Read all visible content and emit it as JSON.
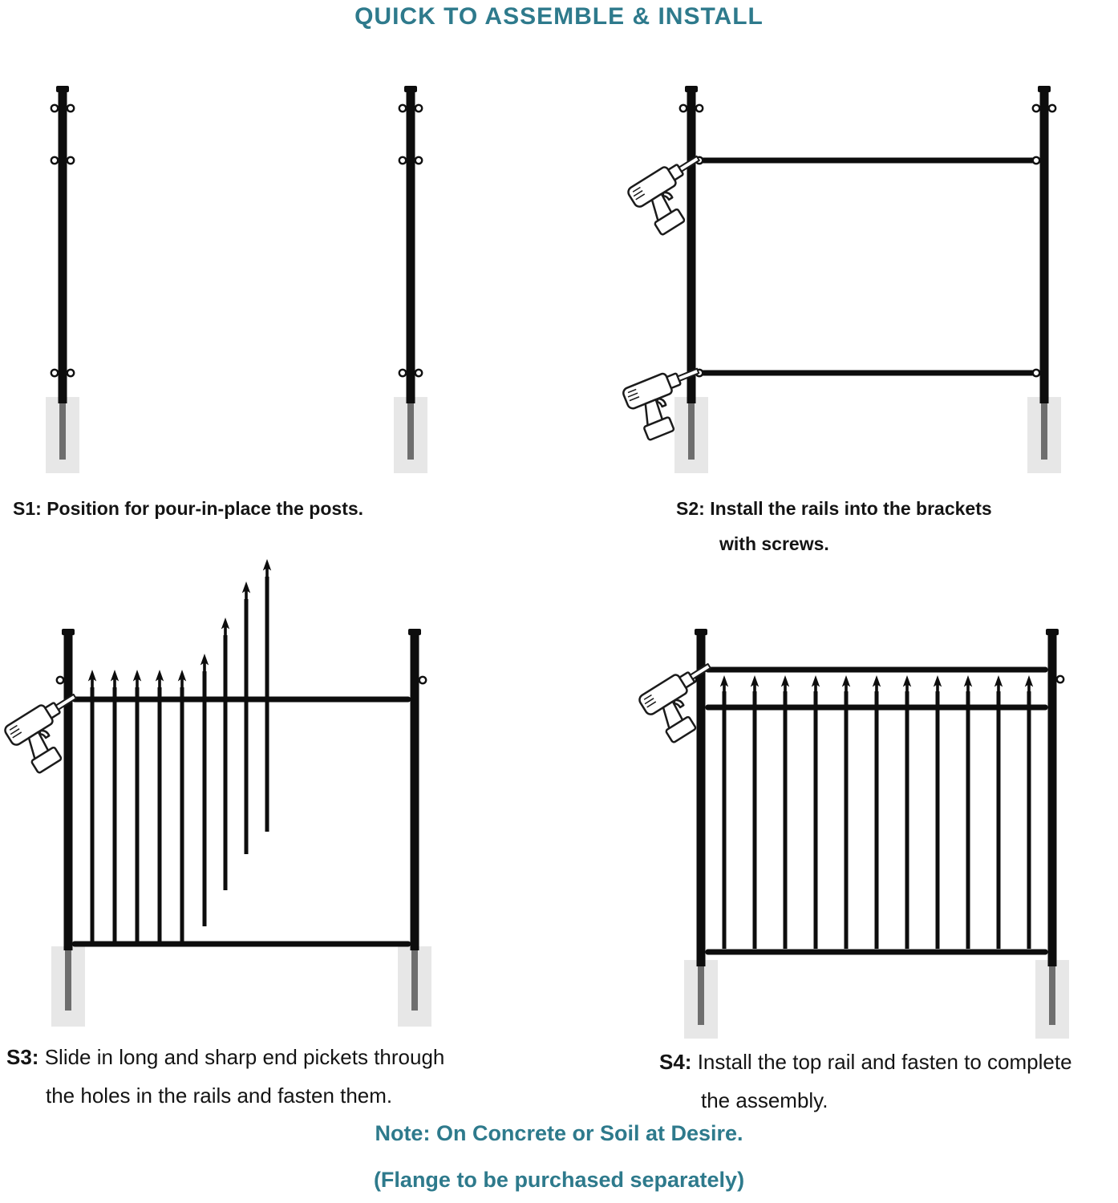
{
  "title": "QUICK TO ASSEMBLE & INSTALL",
  "steps": [
    {
      "label": "S1:",
      "line1": "Position for pour-in-place the posts.",
      "line2": ""
    },
    {
      "label": "S2:",
      "line1": "Install the rails into the brackets",
      "line2": "with screws."
    },
    {
      "label": "S3:",
      "line1": "Slide in long and sharp end pickets through",
      "line2": "the holes in the rails and fasten them."
    },
    {
      "label": "S4:",
      "line1": "Install the top rail and fasten to complete",
      "line2": "the assembly."
    }
  ],
  "notes": [
    "Note: On Concrete or Soil at Desire.",
    "(Flange to be purchased separately)"
  ],
  "icons": {
    "drill": "cordless-drill-icon",
    "post": "fence-post",
    "picket": "spear-top-picket",
    "ground": "ground-anchor-block"
  },
  "colors": {
    "accent_teal": "#2e7a8c",
    "fence_black": "#0d0d0d",
    "ground_gray": "#e7e7e7",
    "stake_gray": "#6e6e6e"
  }
}
